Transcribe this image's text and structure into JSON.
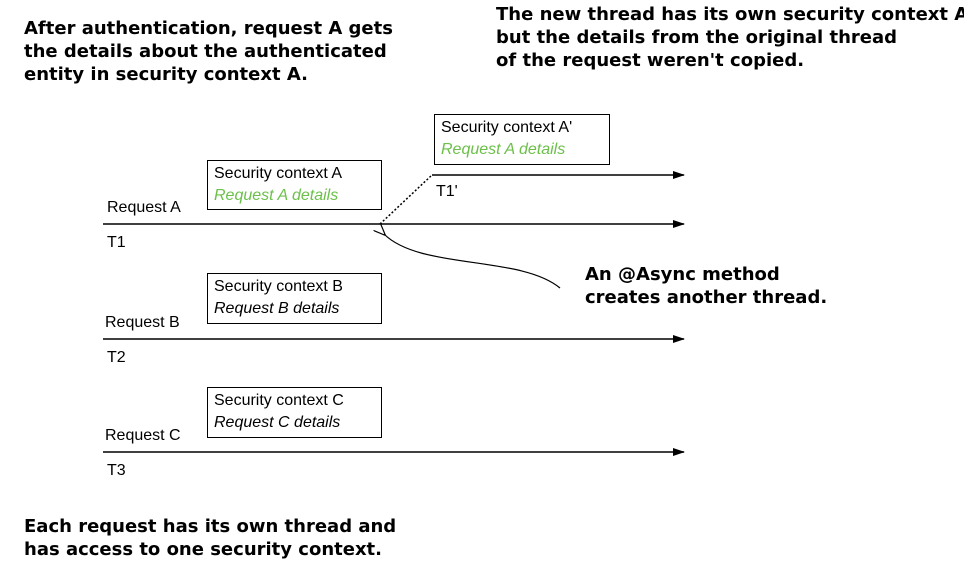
{
  "callouts": {
    "top_left": [
      "After authentication, request A gets",
      "the details about the authenticated",
      "entity in security context A."
    ],
    "top_right": [
      "The new thread has its own security context A',",
      "but the details from the original thread",
      "of the request weren't copied."
    ],
    "middle_right": [
      "An @Async method",
      "creates another thread."
    ],
    "bottom_left": [
      "Each request has its own thread and",
      "has access to one security context."
    ]
  },
  "requests": [
    {
      "label": "Request A",
      "thread": "T1",
      "context_title": "Security context A",
      "context_details": "Request A details"
    },
    {
      "label": "Request B",
      "thread": "T2",
      "context_title": "Security context B",
      "context_details": "Request B details"
    },
    {
      "label": "Request C",
      "thread": "T3",
      "context_title": "Security context C",
      "context_details": "Request C details"
    }
  ],
  "async_thread": {
    "thread": "T1'",
    "context_title": "Security context A'",
    "context_details": "Request A details"
  },
  "colors": {
    "green_text": "#6cc04a",
    "line": "#000000"
  }
}
